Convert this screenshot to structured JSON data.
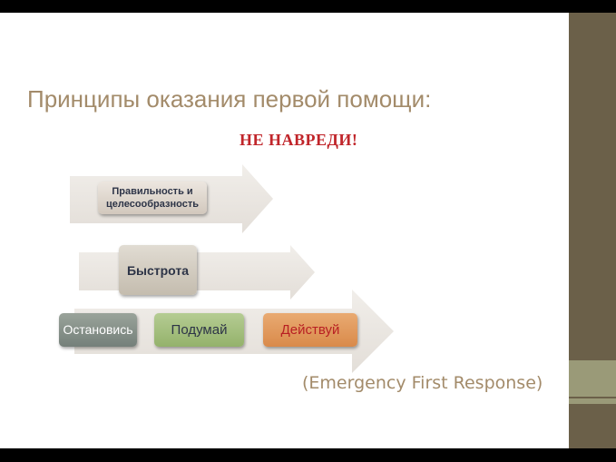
{
  "slide": {
    "title": "Принципы оказания первой помощи:",
    "motto": "НЕ НАВРЕДИ!",
    "caption": "(Emergency First Response)",
    "colors": {
      "title": "#a38b6a",
      "motto": "#c0252a",
      "sidebar": "#6b6049",
      "sidebar_accent": "#9a9a78",
      "arrow": "#eae6e2"
    }
  },
  "diagram": {
    "rows": [
      {
        "label": "Правильность и целесообразность"
      },
      {
        "label": "Быстрота"
      },
      {
        "steps": [
          "Остановись",
          "Подумай",
          "Действуй"
        ]
      }
    ]
  }
}
